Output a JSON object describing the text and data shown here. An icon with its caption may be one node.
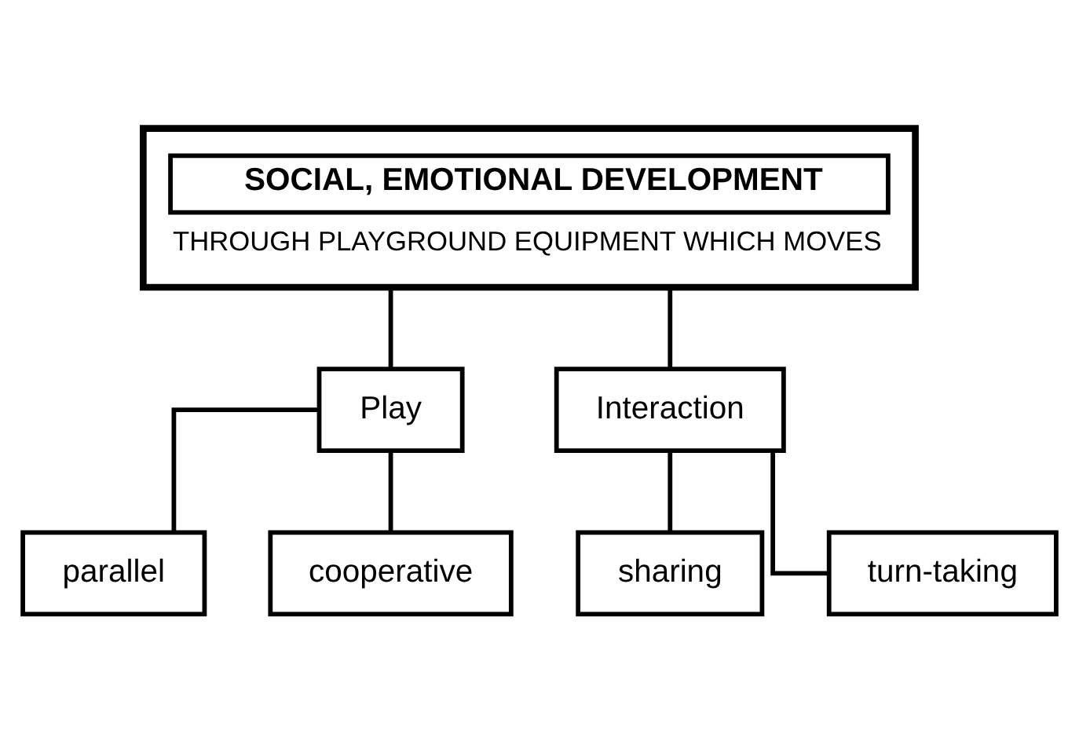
{
  "diagram": {
    "nodes": [
      {
        "text": [
          "SOCIAL, EMOTIONAL DEVELOPMENT",
          "THROUGH PLAYGROUND EQUIPMENT WHICH MOVES"
        ]
      },
      {
        "text": [
          "Play"
        ]
      },
      {
        "text": [
          "Interaction"
        ]
      },
      {
        "text": [
          "parallel"
        ]
      },
      {
        "text": [
          "cooperative"
        ]
      },
      {
        "text": [
          "sharing"
        ]
      },
      {
        "text": [
          "turn-taking"
        ]
      }
    ],
    "edges": [
      {
        "from": 0,
        "to": 1,
        "arrow": "none"
      },
      {
        "from": 0,
        "to": 2,
        "arrow": "none"
      },
      {
        "from": 1,
        "to": 3,
        "arrow": "none"
      },
      {
        "from": 1,
        "to": 4,
        "arrow": "none"
      },
      {
        "from": 2,
        "to": 5,
        "arrow": "none"
      },
      {
        "from": 2,
        "to": 6,
        "arrow": "none"
      }
    ]
  }
}
